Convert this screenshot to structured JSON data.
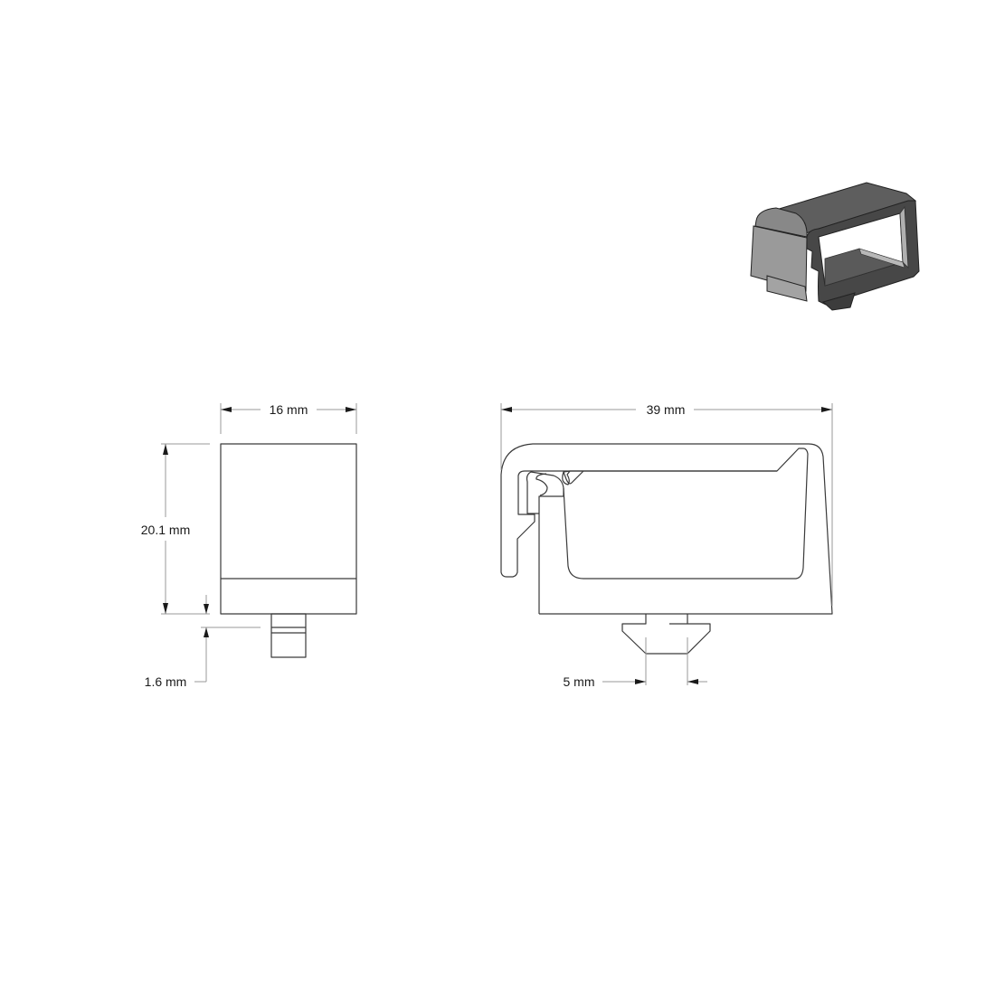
{
  "drawing": {
    "type": "technical-drawing",
    "subject": "cable clip / edge channel clip",
    "views": {
      "isometric": {
        "name": "3D isometric view",
        "color_dark": "#4a4a4a",
        "color_mid": "#6e6e6e",
        "color_light": "#a8a8a8"
      },
      "side_view": {
        "name": "side view",
        "dimensions": {
          "width": "16 mm",
          "height": "20.1 mm",
          "offset": "1.6 mm"
        }
      },
      "front_view": {
        "name": "front profile view",
        "dimensions": {
          "width": "39 mm",
          "tab_width": "5 mm"
        }
      }
    },
    "colors": {
      "background": "#ffffff",
      "line": "#3a3a3a",
      "dimension_line": "#9a9a9a",
      "text": "#1a1a1a"
    }
  }
}
